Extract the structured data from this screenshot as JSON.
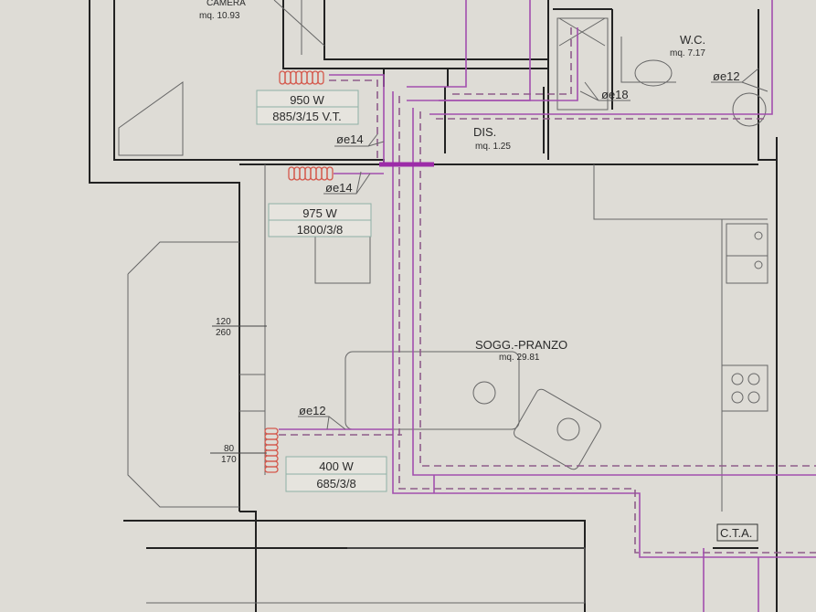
{
  "colors": {
    "pipe": "#a24fae",
    "radiator": "#d4574b",
    "paper": "#dedcd6",
    "wall": "#222222"
  },
  "rooms": {
    "camera": {
      "name": "CAMERA",
      "area": "mq. 10.93"
    },
    "dis": {
      "name": "DIS.",
      "area": "mq. 1.25"
    },
    "wc": {
      "name": "W.C.",
      "area": "mq. 7.17"
    },
    "soggiorno": {
      "name": "SOGG.-PRANZO",
      "area": "mq. 29.81"
    },
    "cta": {
      "name": "C.T.A."
    }
  },
  "radiators": [
    {
      "power": "950 W",
      "spec": "885/3/15 V.T."
    },
    {
      "power": "975 W",
      "spec": "1800/3/8"
    },
    {
      "power": "400 W",
      "spec": "685/3/8"
    }
  ],
  "pipe_labels": [
    "øe14",
    "øe14",
    "øe18",
    "øe12",
    "øe12"
  ],
  "window_dims": [
    {
      "top": "120",
      "bottom": "260"
    },
    {
      "top": "80",
      "bottom": "170"
    }
  ]
}
